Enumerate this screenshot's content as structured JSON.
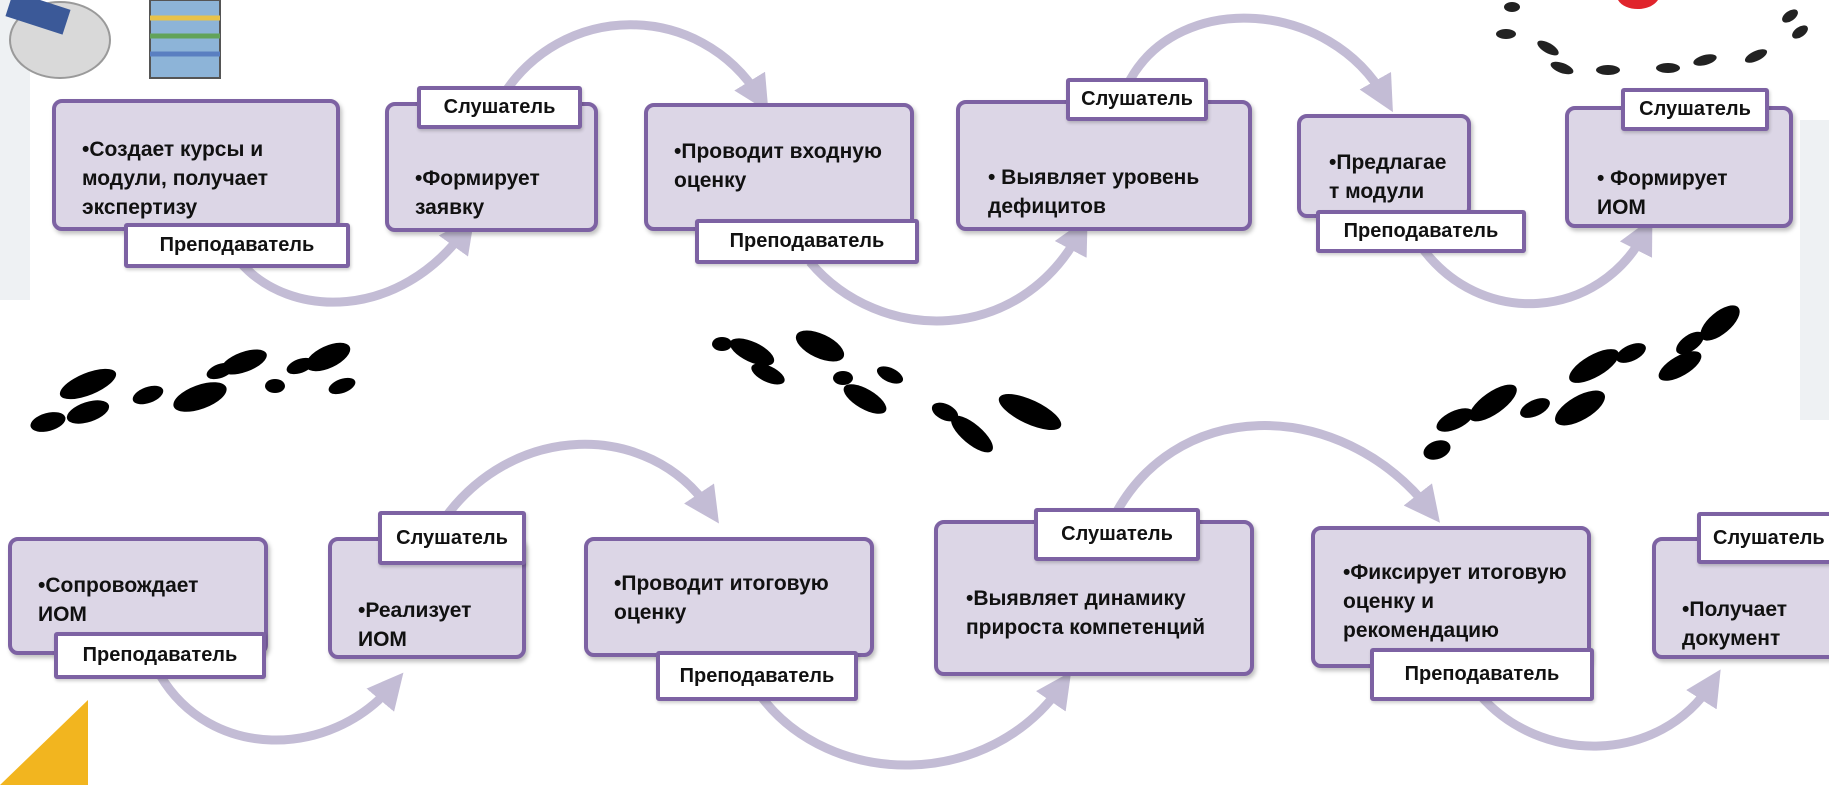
{
  "steps": [
    {
      "text": "•Создает курсы и модули, получает экспертизу",
      "role": "Преподаватель"
    },
    {
      "text": "•Формирует заявку",
      "role": "Слушатель"
    },
    {
      "text": "•Проводит входную оценку",
      "role": "Преподаватель"
    },
    {
      "text": "• Выявляет уровень дефицитов",
      "role": "Слушатель"
    },
    {
      "text": "•Предлагае т модули",
      "role": "Преподаватель"
    },
    {
      "text": "• Формирует ИОМ",
      "role": "Слушатель"
    },
    {
      "text": "•Сопровождает ИОМ",
      "role": "Преподаватель"
    },
    {
      "text": "•Реализует ИОМ",
      "role": "Слушатель"
    },
    {
      "text": "•Проводит итоговую оценку",
      "role": "Преподаватель"
    },
    {
      "text": "•Выявляет динамику прироста компетенций",
      "role": "Слушатель"
    },
    {
      "text": "•Фиксирует итоговую оценку и рекомендацию",
      "role": "Преподаватель"
    },
    {
      "text": "•Получает документ",
      "role": "Слушатель"
    }
  ],
  "icons": [
    "reader-figure-icon",
    "footprints-icon",
    "triangle-icon"
  ],
  "colors": {
    "box_fill": "#dcd6e6",
    "box_border": "#7d62a3",
    "arrow": "#c3bcd5",
    "footprint": "#000000",
    "accent": "#f2b51f"
  }
}
